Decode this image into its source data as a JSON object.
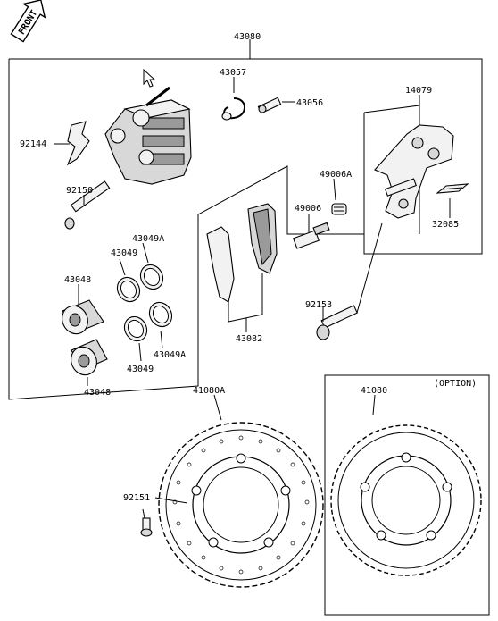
{
  "front_label": "FRONT",
  "option_label": "(OPTION)",
  "callouts": {
    "assembly": "43080",
    "bracket": "14079",
    "bleed_cap": "43057",
    "bleed_valve": "43056",
    "spring": "92144",
    "pin_bolt": "92150",
    "slide_pin_boot": "49006A",
    "slide_pin": "49006",
    "pad_spring": "32085",
    "seal_a_top": "43049A",
    "seal_top": "43049",
    "piston_top": "43048",
    "pad_set": "43082",
    "caliper_bolt": "92153",
    "seal_bottom": "43049",
    "seal_a_bottom": "43049A",
    "piston_bottom": "43048",
    "disc_wave": "41080A",
    "disc_round": "41080",
    "disc_bolt": "92151"
  }
}
